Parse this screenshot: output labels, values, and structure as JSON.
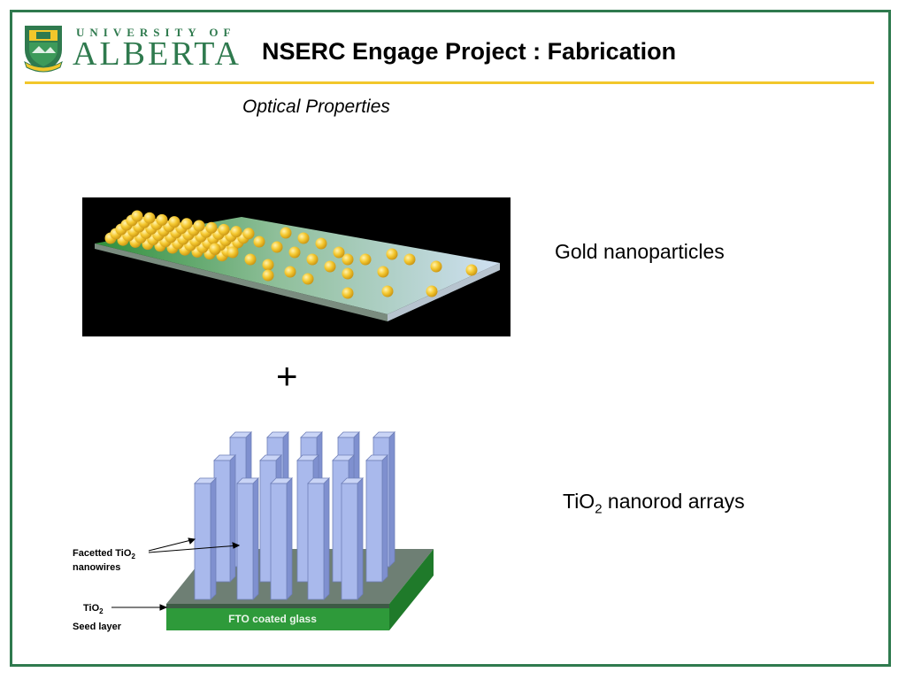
{
  "header": {
    "logo_line1": "UNIVERSITY OF",
    "logo_line2": "ALBERTA",
    "title": "NSERC Engage Project : Fabrication"
  },
  "slide": {
    "subtitle": "Optical Properties",
    "plus_sign": "+",
    "gold_label": "Gold nanoparticles",
    "tio2_label_prefix": "TiO",
    "tio2_label_sub": "2",
    "tio2_label_suffix": " nanorod arrays"
  },
  "nanorod_figure": {
    "label_facetted": "Facetted  TiO",
    "label_facetted_sub": "2",
    "label_nanowires": "nanowires",
    "label_tio2": "TiO",
    "label_tio2_sub": "2",
    "label_seed": "Seed layer",
    "substrate_label": "FTO coated glass"
  },
  "colors": {
    "border": "#2f7a4e",
    "rule": "#f2c72b",
    "brand_green": "#2f7a4e",
    "gold": "#f2c72b",
    "rod_blue": "#a9b9ec",
    "substrate_green": "#2e9a3a"
  }
}
